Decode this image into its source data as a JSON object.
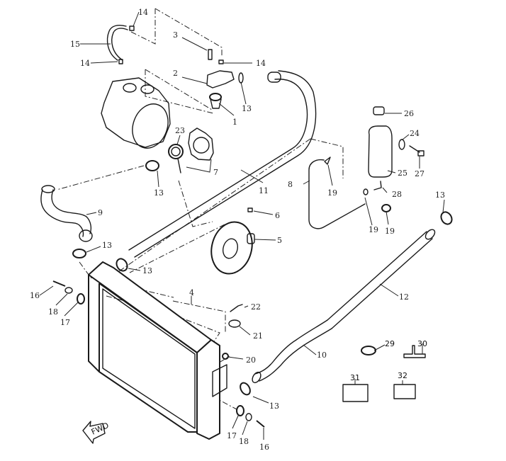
{
  "diagram": {
    "title": "Radiator / Cooling System Exploded View",
    "callouts": [
      {
        "id": "c1",
        "number": "1",
        "part": "thermostat"
      },
      {
        "id": "c2",
        "number": "2",
        "part": "thermostat-housing"
      },
      {
        "id": "c3",
        "number": "3",
        "part": "bolt"
      },
      {
        "id": "c4",
        "number": "4",
        "part": "radiator"
      },
      {
        "id": "c5",
        "number": "5",
        "part": "fan-motor"
      },
      {
        "id": "c6",
        "number": "6",
        "part": "bolt"
      },
      {
        "id": "c7",
        "number": "7",
        "part": "cap-gasket"
      },
      {
        "id": "c8",
        "number": "8",
        "part": "overflow-hose"
      },
      {
        "id": "c9",
        "number": "9",
        "part": "upper-hose"
      },
      {
        "id": "c10",
        "number": "10",
        "part": "lower-hose"
      },
      {
        "id": "c11",
        "number": "11",
        "part": "water-pipe-upper"
      },
      {
        "id": "c12",
        "number": "12",
        "part": "water-pipe-lower"
      },
      {
        "id": "c13a",
        "number": "13",
        "part": "hose-clamp"
      },
      {
        "id": "c13b",
        "number": "13",
        "part": "hose-clamp"
      },
      {
        "id": "c13c",
        "number": "13",
        "part": "hose-clamp"
      },
      {
        "id": "c13d",
        "number": "13",
        "part": "hose-clamp"
      },
      {
        "id": "c13e",
        "number": "13",
        "part": "hose-clamp"
      },
      {
        "id": "c13f",
        "number": "13",
        "part": "hose-clamp"
      },
      {
        "id": "c14a",
        "number": "14",
        "part": "clip"
      },
      {
        "id": "c14b",
        "number": "14",
        "part": "clip"
      },
      {
        "id": "c14c",
        "number": "14",
        "part": "clip"
      },
      {
        "id": "c15",
        "number": "15",
        "part": "bypass-hose"
      },
      {
        "id": "c16a",
        "number": "16",
        "part": "bolt"
      },
      {
        "id": "c16b",
        "number": "16",
        "part": "bolt"
      },
      {
        "id": "c17a",
        "number": "17",
        "part": "grommet"
      },
      {
        "id": "c17b",
        "number": "17",
        "part": "grommet"
      },
      {
        "id": "c18a",
        "number": "18",
        "part": "collar"
      },
      {
        "id": "c18b",
        "number": "18",
        "part": "collar"
      },
      {
        "id": "c19a",
        "number": "19",
        "part": "clip"
      },
      {
        "id": "c19b",
        "number": "19",
        "part": "clip"
      },
      {
        "id": "c19c",
        "number": "19",
        "part": "clip"
      },
      {
        "id": "c20",
        "number": "20",
        "part": "nut"
      },
      {
        "id": "c21",
        "number": "21",
        "part": "washer"
      },
      {
        "id": "c22",
        "number": "22",
        "part": "clip"
      },
      {
        "id": "c23",
        "number": "23",
        "part": "filler-neck"
      },
      {
        "id": "c24",
        "number": "24",
        "part": "washer"
      },
      {
        "id": "c25",
        "number": "25",
        "part": "reservoir-tank"
      },
      {
        "id": "c26",
        "number": "26",
        "part": "reservoir-cap"
      },
      {
        "id": "c27",
        "number": "27",
        "part": "bolt"
      },
      {
        "id": "c28",
        "number": "28",
        "part": "elbow-fitting"
      },
      {
        "id": "c29",
        "number": "29",
        "part": "hose-clamp"
      },
      {
        "id": "c30",
        "number": "30",
        "part": "tee-fitting"
      },
      {
        "id": "c31",
        "number": "31",
        "part": "label"
      },
      {
        "id": "c32",
        "number": "32",
        "part": "label"
      }
    ],
    "fwd_label": "FWD"
  }
}
